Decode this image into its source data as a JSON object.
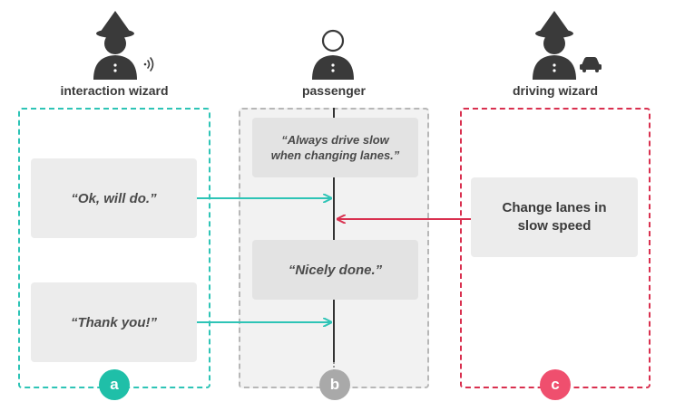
{
  "roles": {
    "a": {
      "label": "interaction wizard",
      "icon": "wizard-with-signal-icon",
      "color": "#2ec4b6"
    },
    "b": {
      "label": "passenger",
      "icon": "person-icon",
      "color": "#b7b7b7"
    },
    "c": {
      "label": "driving wizard",
      "icon": "wizard-with-car-icon",
      "color": "#d9304f"
    }
  },
  "messages": {
    "a1": "“Ok, will do.”",
    "a2": "“Thank you!”",
    "b1": "“Always drive slow when changing lanes.”",
    "b2": "“Nicely done.”",
    "c1": "Change lanes in slow speed"
  },
  "badges": {
    "a": "a",
    "b": "b",
    "c": "c"
  }
}
